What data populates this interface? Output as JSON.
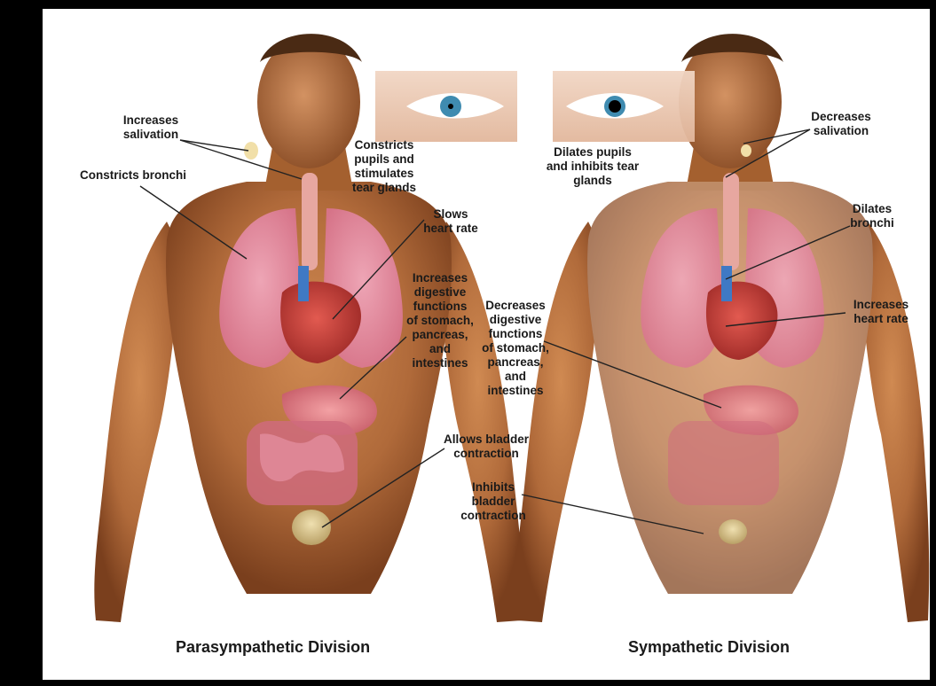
{
  "titles": {
    "left": "Parasympathetic Division",
    "right": "Sympathetic Division"
  },
  "labels": {
    "para_salivation": "Increases\nsalivation",
    "para_bronchi": "Constricts bronchi",
    "para_pupils": "Constricts\npupils and\nstimulates\ntear glands",
    "para_heart": "Slows\nheart rate",
    "para_digestive": "Increases\ndigestive\nfunctions\nof stomach,\npancreas,\nand\nintestines",
    "para_bladder": "Allows bladder\ncontraction",
    "symp_pupils": "Dilates pupils\nand inhibits tear\nglands",
    "symp_salivation": "Decreases\nsalivation",
    "symp_bronchi": "Dilates\nbronchi",
    "symp_heart": "Increases\nheart rate",
    "symp_digestive": "Decreases\ndigestive\nfunctions\nof stomach,\npancreas,\nand\nintestines",
    "symp_bladder": "Inhibits\nbladder\ncontraction"
  },
  "colors": {
    "skin": "#b8703f",
    "skin_shadow": "#7a3f1d",
    "lung": "#e58aa6",
    "heart": "#c93a35",
    "stomach": "#e07a80",
    "intestine": "#d46b7e",
    "bladder": "#d8c38a",
    "iris": "#3f8bb0"
  }
}
